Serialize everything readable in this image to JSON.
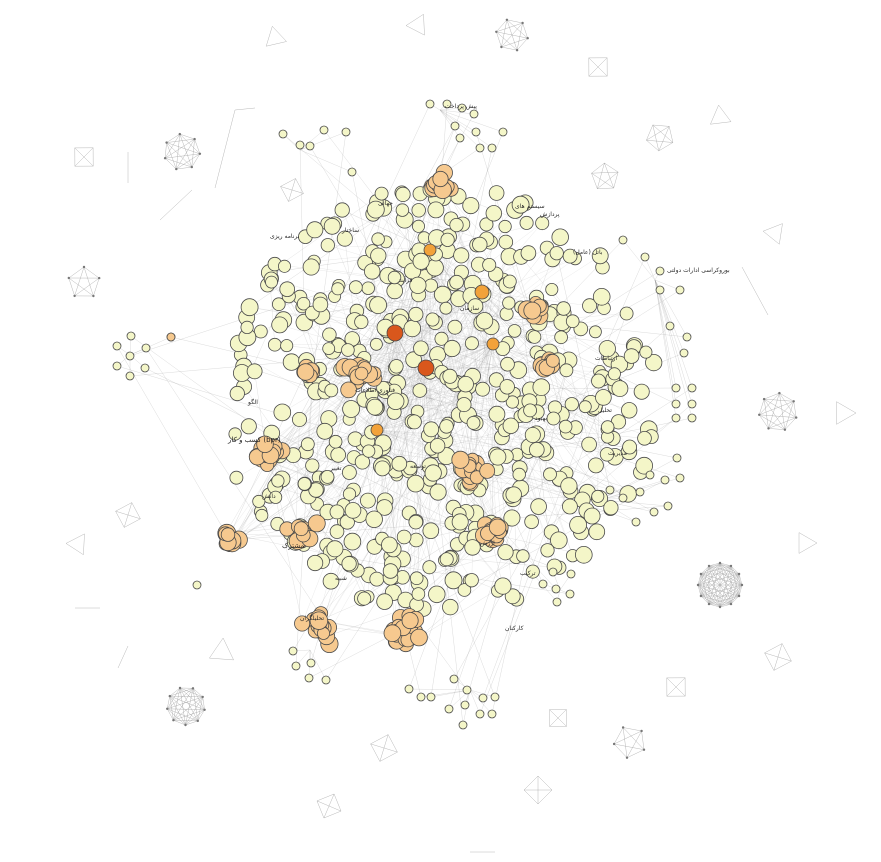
{
  "graph": {
    "colors": {
      "background": "#ffffff",
      "edge": "#9a9a9a",
      "node_stroke": "#4a4a4a",
      "node_pale": "#f4f6c8",
      "node_peach": "#f6c98f",
      "node_orange": "#f2a23a",
      "node_hub": "#d9571c"
    },
    "labels": [
      "کسب و کار (bpr)",
      "مشترک",
      "جهانی",
      "سیستم های",
      "پردازش",
      "باتل (عامل)",
      "تحلیل",
      "بوروکراسی ادارات دولتی",
      "ارتباطات",
      "مدیریت",
      "توسعه",
      "شبیه",
      "فناوری اطلاعات",
      "کارکنان",
      "تحلیلگران",
      "پیش پرداخت",
      "برنامه ریزی",
      "دانش",
      "ساختار",
      "ترکیب",
      "الگو",
      "سازمان",
      "فرآیند",
      "بهبود",
      "تغییر",
      "ارزش"
    ]
  }
}
